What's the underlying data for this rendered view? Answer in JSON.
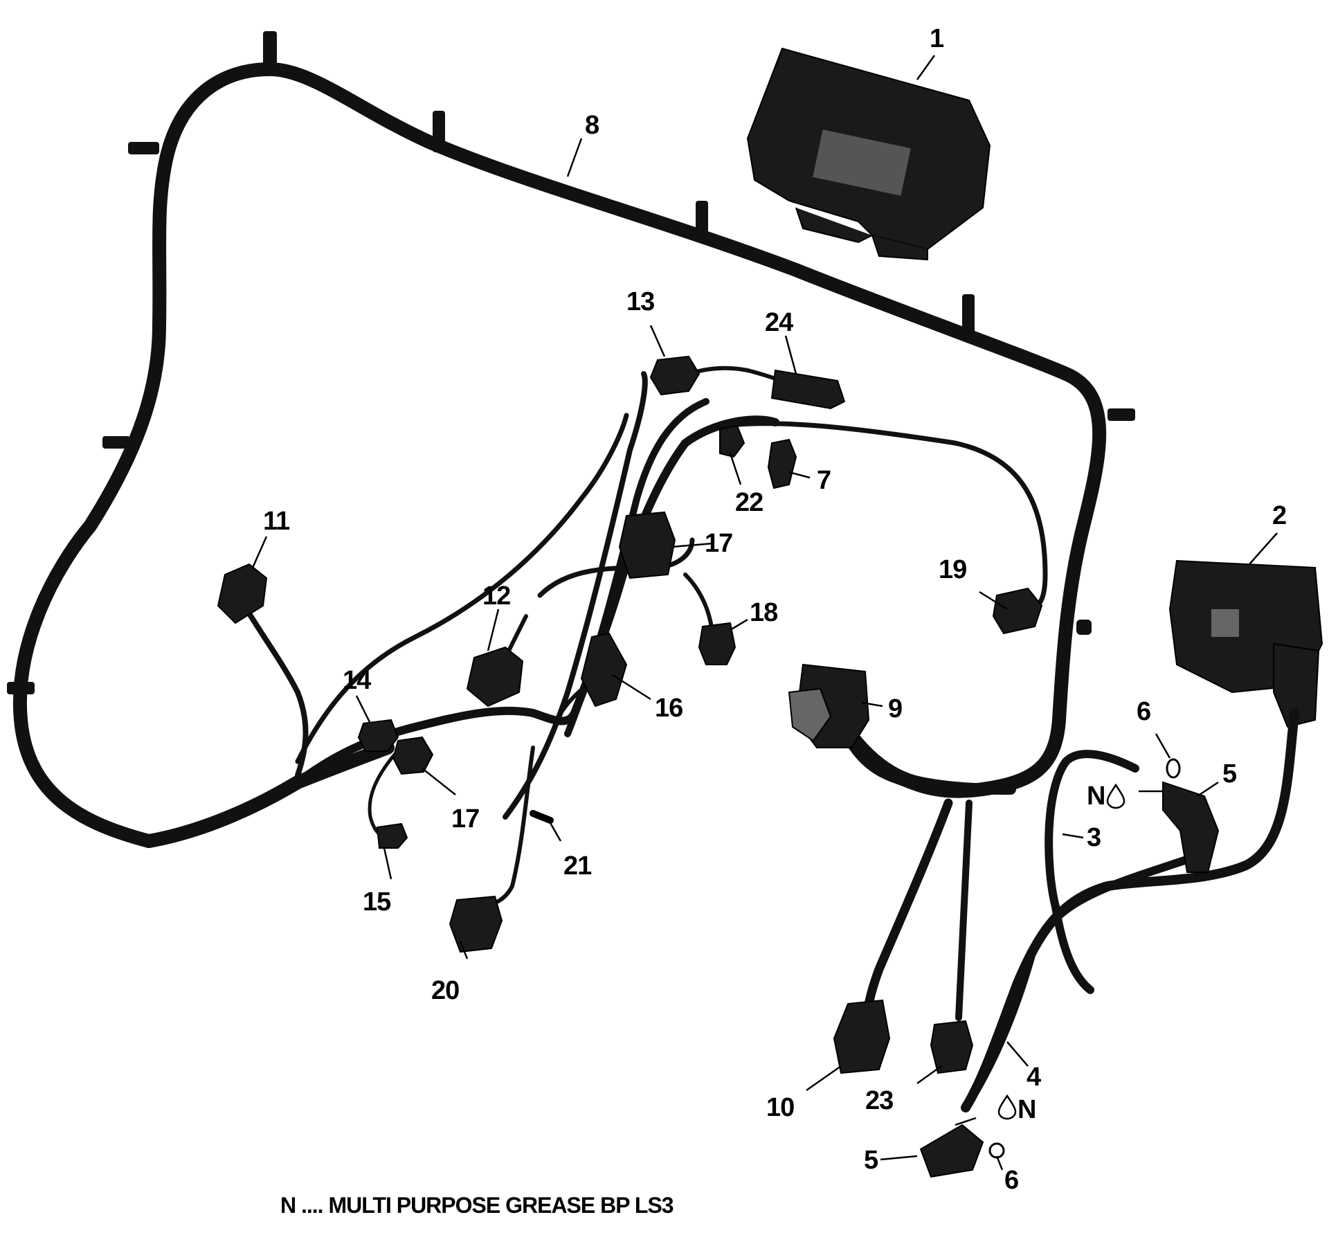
{
  "callouts": {
    "c1": "1",
    "c2": "2",
    "c3": "3",
    "c4": "4",
    "c5a": "5",
    "c5b": "5",
    "c6a": "6",
    "c6b": "6",
    "c7": "7",
    "c8": "8",
    "c9": "9",
    "c10": "10",
    "c11": "11",
    "c12": "12",
    "c13": "13",
    "c14": "14",
    "c15": "15",
    "c16": "16",
    "c17a": "17",
    "c17b": "17",
    "c18": "18",
    "c19": "19",
    "c20": "20",
    "c21": "21",
    "c22": "22",
    "c23": "23",
    "c24": "24"
  },
  "grease_marks": {
    "upper": "N",
    "lower": "N"
  },
  "legend": {
    "note": "N .... MULTI PURPOSE GREASE BP LS3"
  },
  "colors": {
    "ink": "#111111",
    "background": "#ffffff",
    "module_highlight": "#555555"
  }
}
